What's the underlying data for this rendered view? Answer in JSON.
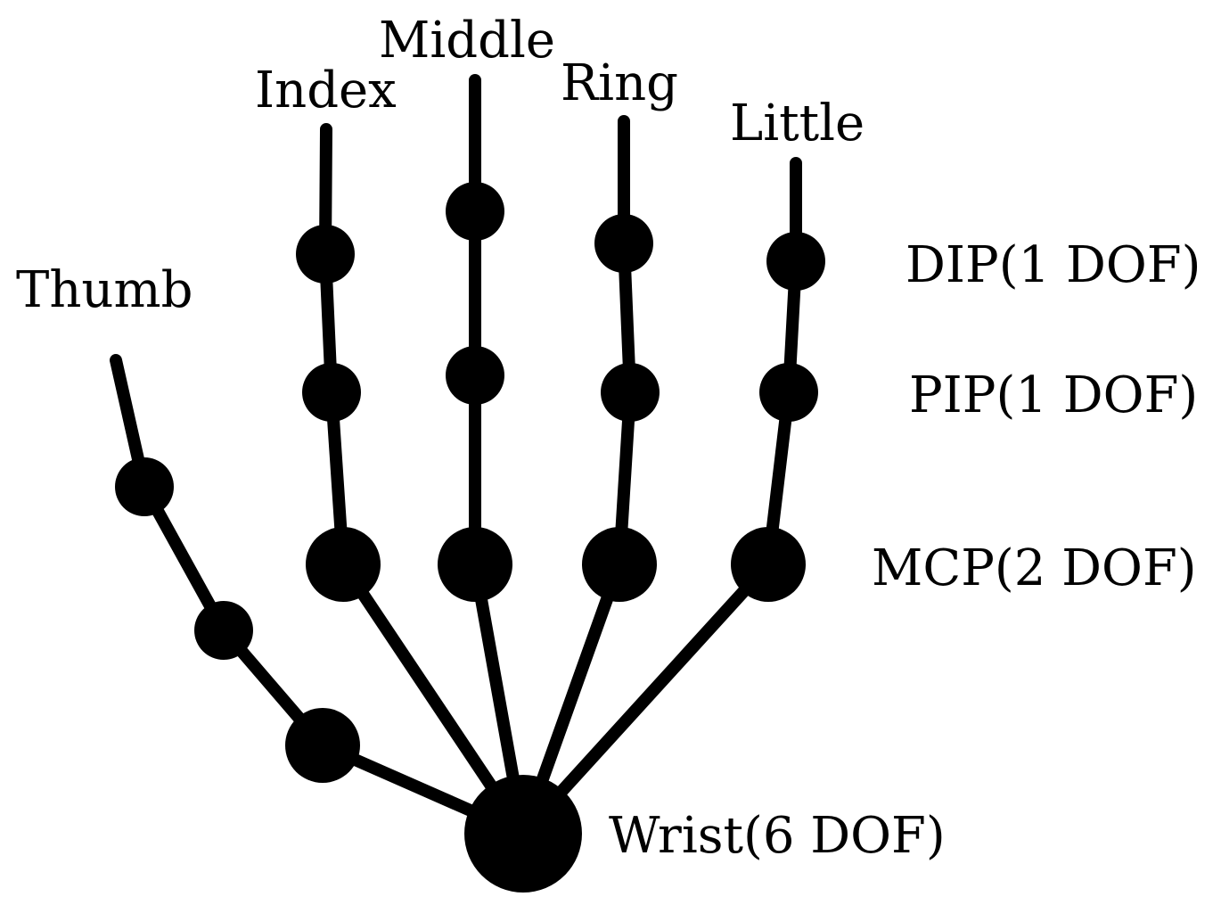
{
  "fingers": {
    "thumb": "Thumb",
    "index": "Index",
    "middle": "Middle",
    "ring": "Ring",
    "little": "Little"
  },
  "joints": {
    "dip": "DIP(1 DOF)",
    "pip": "PIP(1 DOF)",
    "mcp": "MCP(2 DOF)",
    "wrist": "Wrist(6 DOF)"
  },
  "colors": {
    "ink": "#000000",
    "background": "#ffffff"
  }
}
